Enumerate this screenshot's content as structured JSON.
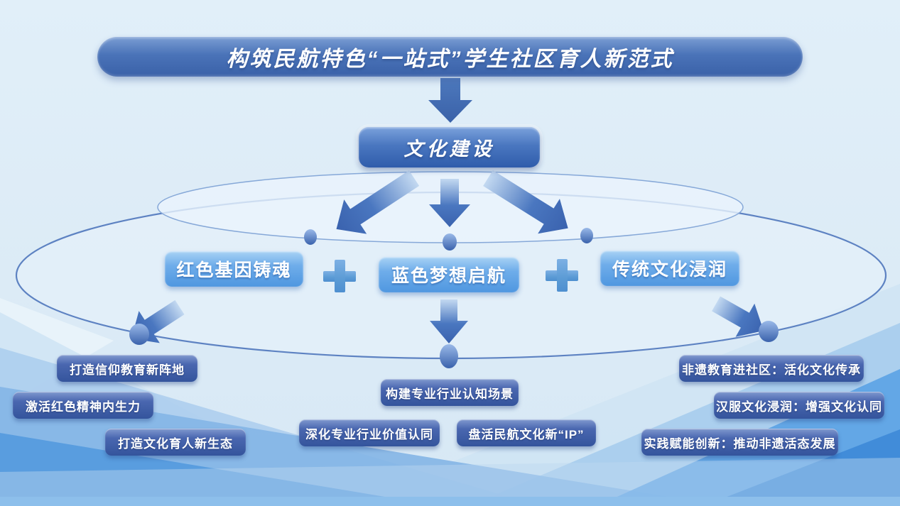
{
  "title_banner": "构筑民航特色“一站式”学生社区育人新范式",
  "central_node": "文化建设",
  "plus_symbol": "+",
  "branches": [
    {
      "pillar": "红色基因铸魂",
      "leaves": [
        "打造信仰教育新阵地",
        "激活红色精神内生力",
        "打造文化育人新生态"
      ]
    },
    {
      "pillar": "蓝色梦想启航",
      "leaves": [
        "构建专业行业认知场景",
        "深化专业行业价值认同",
        "盘活民航文化新“IP”"
      ]
    },
    {
      "pillar": "传统文化浸润",
      "leaves": [
        "非遗教育进社区：活化文化传承",
        "汉服文化浸润：增强文化认同",
        "实践赋能创新：推动非遗活态发展"
      ]
    }
  ],
  "colors": {
    "background": "#dcebf6",
    "banner_gradient_top": "#7a9dd3",
    "banner_gradient_bottom": "#3a61a8",
    "central_gradient_top": "#7ba2dc",
    "central_gradient_bottom": "#2f5cab",
    "pillar_gradient_top": "#a9d3f5",
    "pillar_gradient_bottom": "#4f97e0",
    "leaf_gradient_top": "#8099cf",
    "leaf_gradient_bottom": "#34549c",
    "plus_blue": "#5b9bd5",
    "arrow_dark": "#3a62ae",
    "arrow_light": "#c3d9f1",
    "ellipse_stroke": "#5d82c2",
    "wave_deep_blue": "#3f8ad8"
  }
}
